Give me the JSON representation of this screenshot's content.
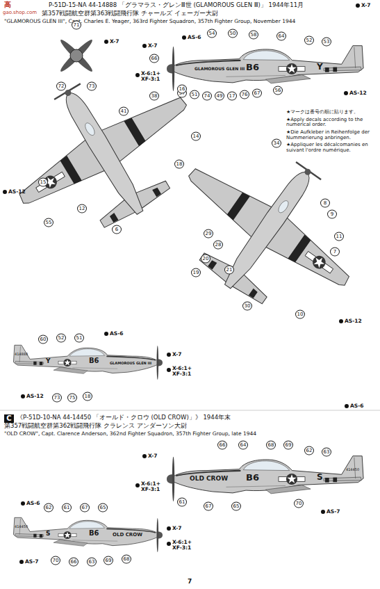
{
  "diagram": {
    "nodes": [
      {
        "text": [
          "C"
        ]
      }
    ],
    "labels": [
      "P-51D-15-NA 44-14888 「グラマラス・グレンⅢ世 (GLAMOROUS GLEN Ⅲ)」 1944年11月",
      "第357戦闘航空群第363戦闘飛行隊 チャールズ イェーガー大尉",
      "\"GLAMOROUS GLEN III\", Capt. Charles E. Yeager, 363rd Fighter Squadron, 357th Fighter Group, November 1944",
      "高",
      "gao.shop.com",
      "X-7",
      "AS-6",
      "X-7",
      "X-6:1+ XF-3:1",
      "AS-12",
      "GLAMOROUS GLEN III",
      "B6",
      "Y",
      "54",
      "50",
      "58",
      "64",
      "52",
      "53",
      "66",
      "57",
      "51",
      "74",
      "49",
      "17",
      "76",
      "67",
      "56",
      "71",
      "72",
      "73",
      "X-7",
      "16",
      "41",
      "38",
      "14",
      "18",
      "15",
      "12",
      "6",
      "55",
      "AS-12",
      "★マークは番号の順に貼ります。",
      "★Apply decals according to the numerical order.",
      "★Die Aufkleber in Reihenfolge der Nummerierung anbringen.",
      "★Appliquer les décalcomanies en suivant l'ordre numérique.",
      "34",
      "8",
      "9",
      "29",
      "28",
      "20",
      "19",
      "21",
      "11",
      "7",
      "30",
      "10",
      "AS-12",
      "AS-6",
      "X-7",
      "X-6:1+ XF-3:1",
      "AS-12",
      "Y",
      "B6",
      "GLAMOROUS GLEN III",
      "414888",
      "60",
      "52",
      "51",
      "73",
      "75",
      "18",
      "《P-51D-10-NA 44-14450 「オールド・クロウ (OLD CROW)」》 1944年末",
      "第357戦闘航空群第362戦闘飛行隊 クラレンス アンダーソン大尉",
      "\"OLD CROW\", Capt. Clarence Anderson, 362nd Fighter Squadron, 357th Fighter Group, late 1944",
      "AS-6",
      "X-7",
      "X-6:1+ XF-3:1",
      "OLD CROW",
      "B6",
      "S",
      "414450",
      "66",
      "64",
      "68",
      "69",
      "62",
      "63",
      "61",
      "67",
      "65",
      "70",
      "AS-7",
      "AS-6",
      "62",
      "61",
      "67",
      "65",
      "414450",
      "S",
      "B6",
      "OLD CROW",
      "X-7",
      "X-6:1+ XF-3:1",
      "AS-7",
      "70",
      "66",
      "63",
      "69",
      "68",
      "7"
    ]
  }
}
